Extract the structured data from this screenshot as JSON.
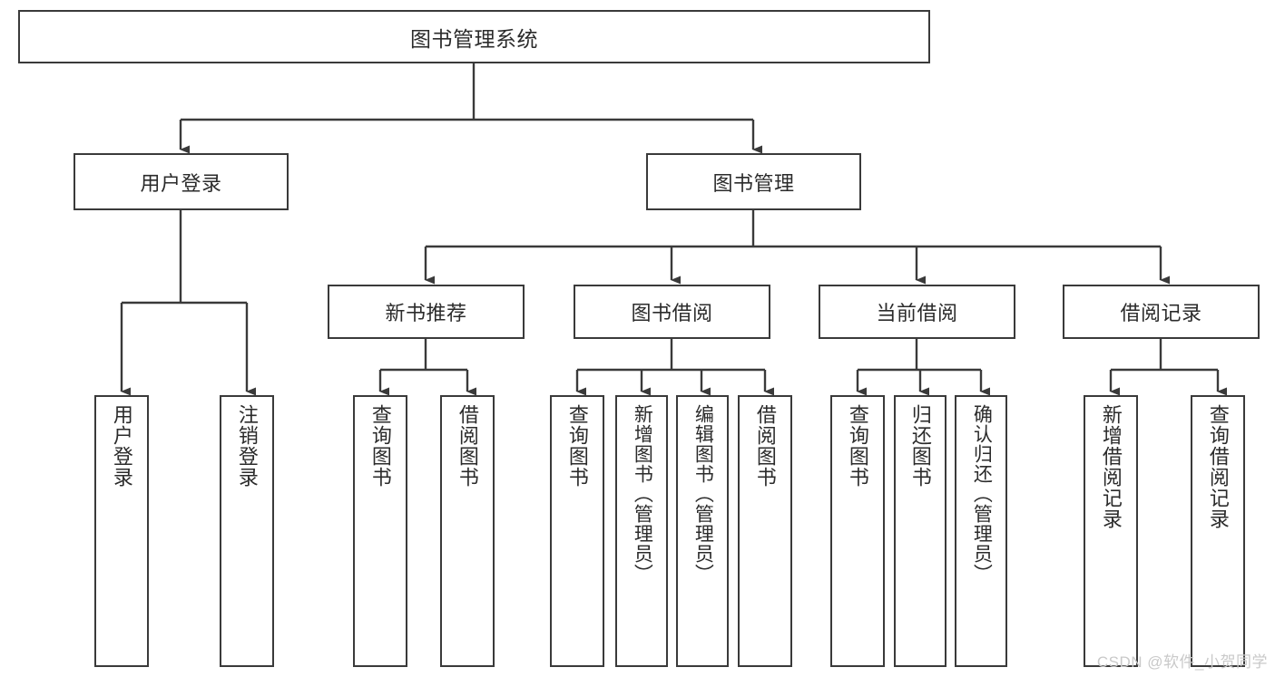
{
  "diagram": {
    "title": "图书管理系统",
    "type": "tree",
    "watermark": "CSDN @软件_小贺同学",
    "colors": {
      "node_border": "#3a3a3a",
      "node_fill": "#ffffff",
      "edge": "#3a3a3a",
      "text": "#2b2b2b",
      "watermark": "#c9c9c9",
      "background": "#ffffff"
    },
    "nodes": {
      "root": {
        "label": "图书管理系统"
      },
      "level2": [
        {
          "id": "user-login",
          "label": "用户登录"
        },
        {
          "id": "book-manage",
          "label": "图书管理"
        }
      ],
      "level3": [
        {
          "id": "new-book-recommend",
          "label": "新书推荐"
        },
        {
          "id": "book-borrow",
          "label": "图书借阅"
        },
        {
          "id": "current-borrow",
          "label": "当前借阅"
        },
        {
          "id": "borrow-record",
          "label": "借阅记录"
        }
      ],
      "leaves": {
        "user-login": [
          {
            "id": "leaf-user-login",
            "label": "用户登录"
          },
          {
            "id": "leaf-user-logout",
            "label": "注销登录"
          }
        ],
        "new-book-recommend": [
          {
            "id": "leaf-query-book-1",
            "label": "查询图书"
          },
          {
            "id": "leaf-borrow-book-1",
            "label": "借阅图书"
          }
        ],
        "book-borrow": [
          {
            "id": "leaf-query-book-2",
            "label": "查询图书"
          },
          {
            "id": "leaf-add-book",
            "label": "新增图书（管理员）"
          },
          {
            "id": "leaf-edit-book",
            "label": "编辑图书（管理员）"
          },
          {
            "id": "leaf-borrow-book-2",
            "label": "借阅图书"
          }
        ],
        "current-borrow": [
          {
            "id": "leaf-query-book-3",
            "label": "查询图书"
          },
          {
            "id": "leaf-return-book",
            "label": "归还图书"
          },
          {
            "id": "leaf-confirm-return",
            "label": "确认归还（管理员）"
          }
        ],
        "borrow-record": [
          {
            "id": "leaf-add-record",
            "label": "新增借阅记录"
          },
          {
            "id": "leaf-query-record",
            "label": "查询借阅记录"
          }
        ]
      }
    }
  }
}
